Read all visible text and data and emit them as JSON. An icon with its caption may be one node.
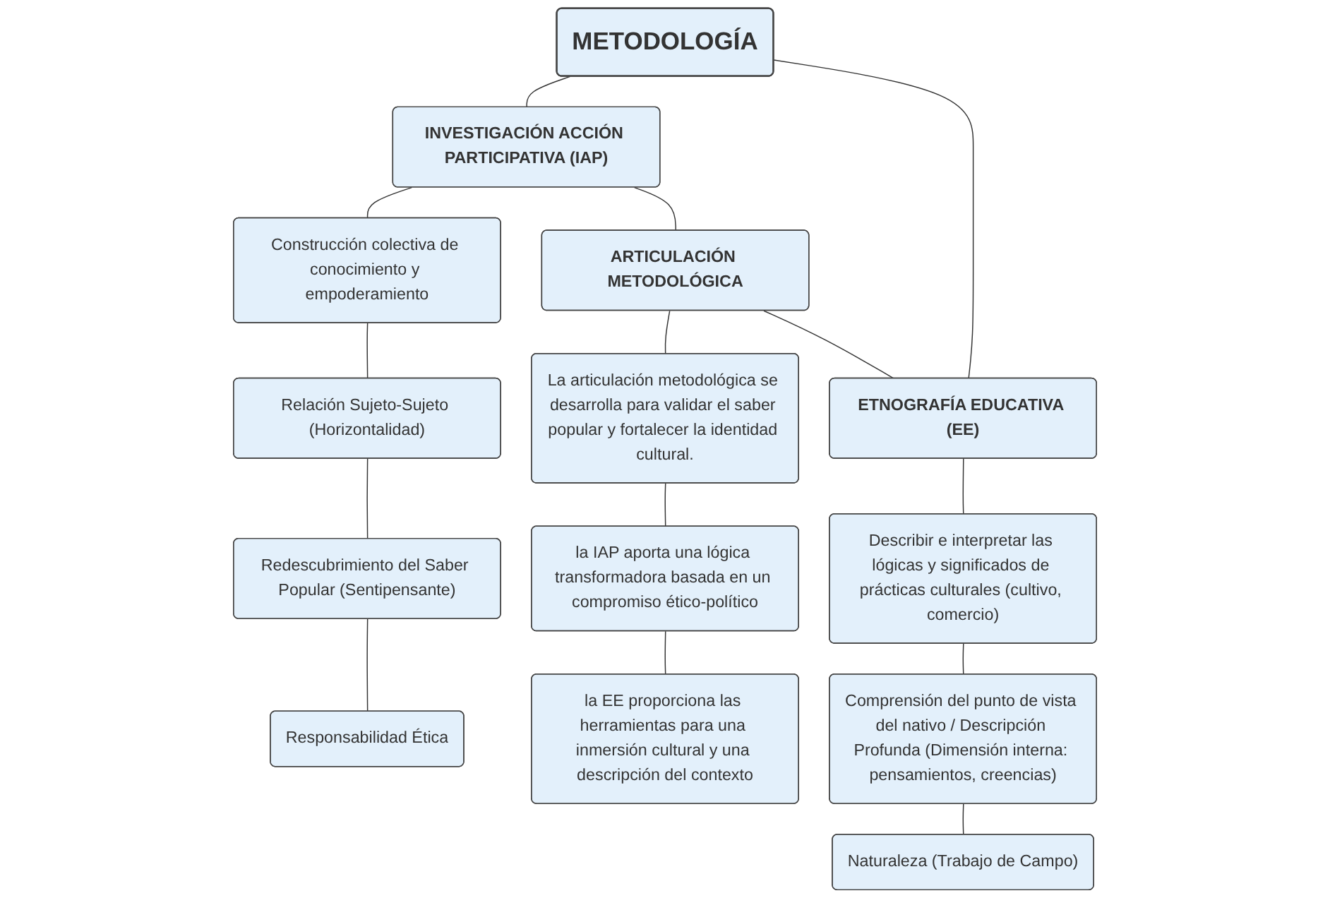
{
  "diagram": {
    "nodes": [
      {
        "text": [
          "METODOLOGÍA"
        ]
      },
      {
        "text": [
          "INVESTIGACIÓN ACCIÓN PARTICIPATIVA (IAP)"
        ]
      },
      {
        "text": [
          "ARTICULACIÓN METODOLÓGICA"
        ]
      },
      {
        "text": [
          "ETNOGRAFÍA EDUCATIVA (EE)"
        ]
      },
      {
        "text": [
          "Construcción colectiva de conocimiento y empoderamiento"
        ]
      },
      {
        "text": [
          "Relación Sujeto-Sujeto (Horizontalidad)"
        ]
      },
      {
        "text": [
          "Redescubrimiento del Saber Popular (Sentipensante)"
        ]
      },
      {
        "text": [
          "Responsabilidad Ética"
        ]
      },
      {
        "text": [
          "La articulación metodológica se desarrolla para validar el saber popular y fortalecer la identidad cultural."
        ]
      },
      {
        "text": [
          "la IAP aporta una lógica transformadora basada en un compromiso ético-político"
        ]
      },
      {
        "text": [
          "la EE proporciona las herramientas para una inmersión cultural y una descripción del contexto"
        ]
      },
      {
        "text": [
          "Describir e interpretar las lógicas y significados de prácticas culturales (cultivo, comercio)"
        ]
      },
      {
        "text": [
          "Comprensión del punto de vista del nativo / Descripción Profunda (Dimensión interna: pensamientos, creencias)"
        ]
      },
      {
        "text": [
          "Naturaleza (Trabajo de Campo)"
        ]
      }
    ],
    "edges": [
      {
        "from": 0,
        "to": 1,
        "arrow": "none"
      },
      {
        "from": 0,
        "to": 3,
        "arrow": "none"
      },
      {
        "from": 1,
        "to": 2,
        "arrow": "none"
      },
      {
        "from": 2,
        "to": 3,
        "arrow": "none"
      },
      {
        "from": 1,
        "to": 4,
        "arrow": "none"
      },
      {
        "from": 4,
        "to": 5,
        "arrow": "none"
      },
      {
        "from": 5,
        "to": 6,
        "arrow": "none"
      },
      {
        "from": 6,
        "to": 7,
        "arrow": "none"
      },
      {
        "from": 2,
        "to": 8,
        "arrow": "none"
      },
      {
        "from": 8,
        "to": 9,
        "arrow": "none"
      },
      {
        "from": 9,
        "to": 10,
        "arrow": "none"
      },
      {
        "from": 3,
        "to": 11,
        "arrow": "none"
      },
      {
        "from": 11,
        "to": 12,
        "arrow": "none"
      },
      {
        "from": 12,
        "to": 13,
        "arrow": "none"
      }
    ]
  }
}
